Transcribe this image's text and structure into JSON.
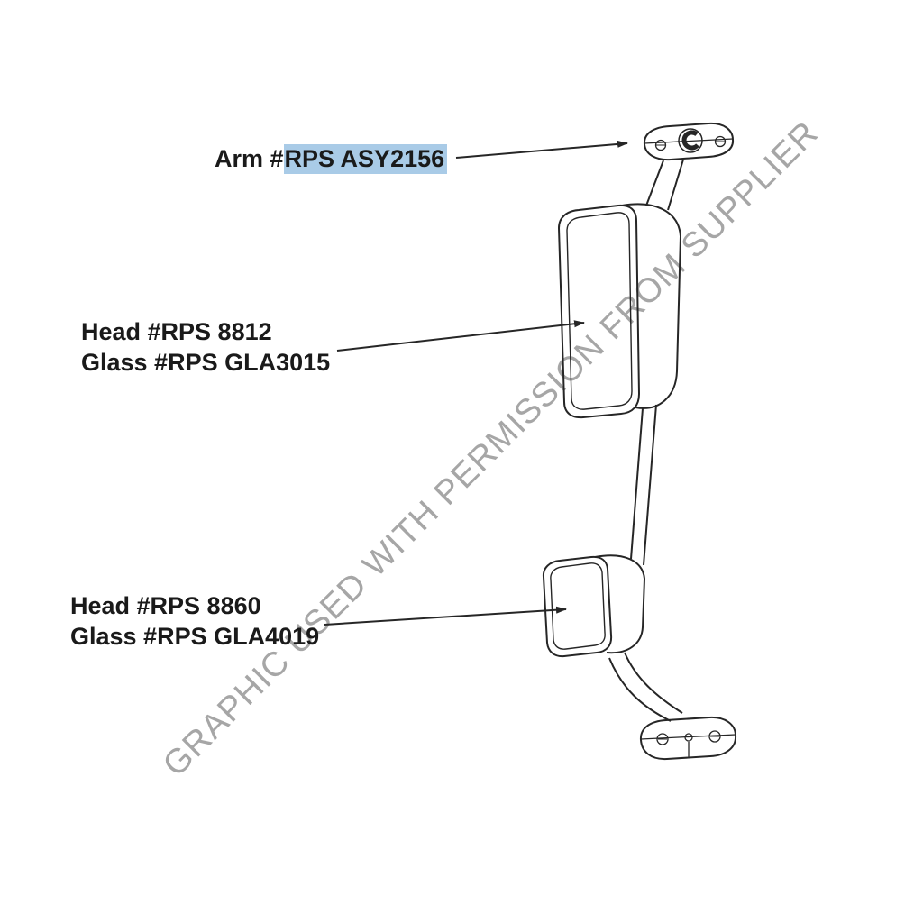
{
  "diagram": {
    "watermark": "GRAPHIC USED WITH PERMISSION FROM SUPPLIER",
    "labels": {
      "arm": {
        "prefix": "Arm #",
        "part_number": "RPS ASY2156"
      },
      "upper_mirror": {
        "head": "Head #RPS 8812",
        "glass": "Glass #RPS GLA3015"
      },
      "lower_mirror": {
        "head": "Head #RPS 8860",
        "glass": "Glass #RPS GLA4019"
      }
    },
    "colors": {
      "highlight": "#a9cbe7",
      "line": "#262626",
      "text": "#1a1a1a",
      "watermark": "#a6a6a6"
    }
  }
}
